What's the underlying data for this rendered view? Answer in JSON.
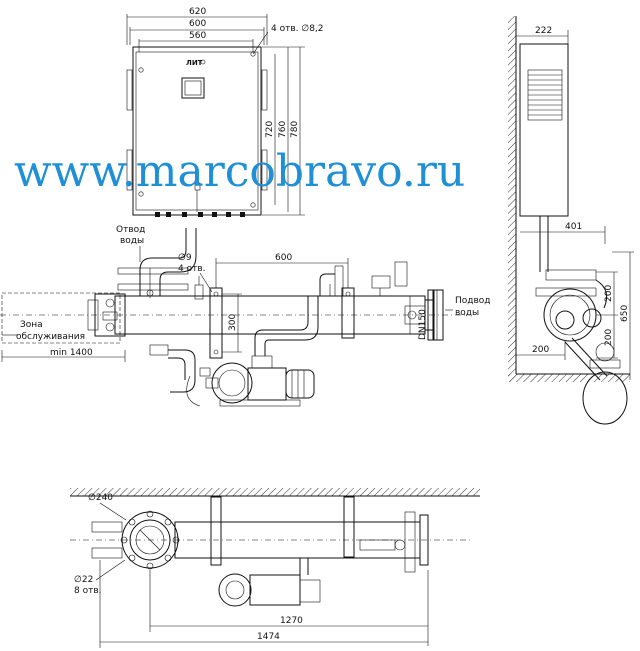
{
  "cabinet": {
    "brand": "ЛИТ",
    "width_dims": [
      "620",
      "600",
      "560"
    ],
    "holes_note": "4 отв. ∅8,2",
    "height_dims": [
      "720",
      "760",
      "780"
    ]
  },
  "side_view": {
    "depth_dim": "222",
    "dims": [
      "401",
      "650",
      "200",
      "200",
      "200"
    ]
  },
  "front_view": {
    "outlet_label": [
      "Отвод",
      "воды"
    ],
    "holes_note": [
      "∅9",
      "4 отв."
    ],
    "dim_600": "600",
    "dim_300": "300",
    "dn": "DN150",
    "inlet_label": [
      "Подвод",
      "воды"
    ],
    "service_zone": [
      "Зона",
      "обслуживания"
    ],
    "min_dim": "min 1400"
  },
  "top_view": {
    "flange_dia": "∅240",
    "holes_note": [
      "∅22",
      "8 отв."
    ],
    "dim_1270": "1270",
    "dim_1474": "1474"
  },
  "watermark": "www.marcobravo.ru"
}
